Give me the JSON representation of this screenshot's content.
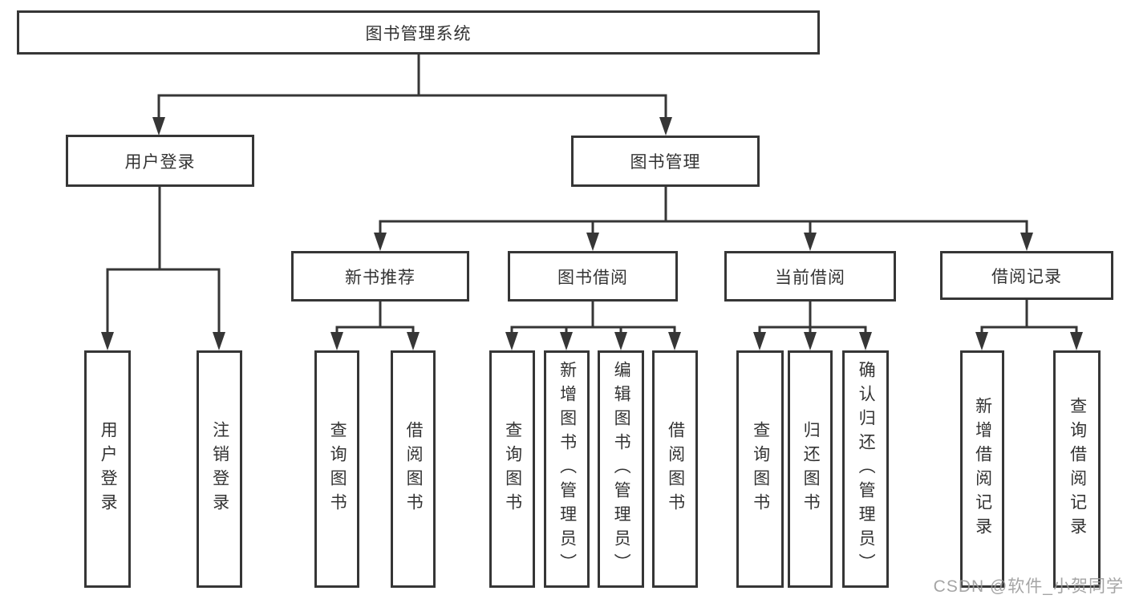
{
  "tree": {
    "root": {
      "label": "图书管理系统"
    },
    "branches": [
      {
        "label": "用户登录",
        "leaves": [
          {
            "label": "用户登录"
          },
          {
            "label": "注销登录"
          }
        ]
      },
      {
        "label": "图书管理",
        "groups": [
          {
            "label": "新书推荐",
            "leaves": [
              {
                "label": "查询图书"
              },
              {
                "label": "借阅图书"
              }
            ]
          },
          {
            "label": "图书借阅",
            "leaves": [
              {
                "label": "查询图书"
              },
              {
                "label": "新增图书（管理员）"
              },
              {
                "label": "编辑图书（管理员）"
              },
              {
                "label": "借阅图书"
              }
            ]
          },
          {
            "label": "当前借阅",
            "leaves": [
              {
                "label": "查询图书"
              },
              {
                "label": "归还图书"
              },
              {
                "label": "确认归还（管理员）"
              }
            ]
          },
          {
            "label": "借阅记录",
            "leaves": [
              {
                "label": "新增借阅记录"
              },
              {
                "label": "查询借阅记录"
              }
            ]
          }
        ]
      }
    ]
  },
  "watermark": {
    "text": "CSDN @软件_小贺同学"
  },
  "colors": {
    "line": "#363636",
    "text": "#333333",
    "watermark": "#989898",
    "background": "#ffffff"
  }
}
